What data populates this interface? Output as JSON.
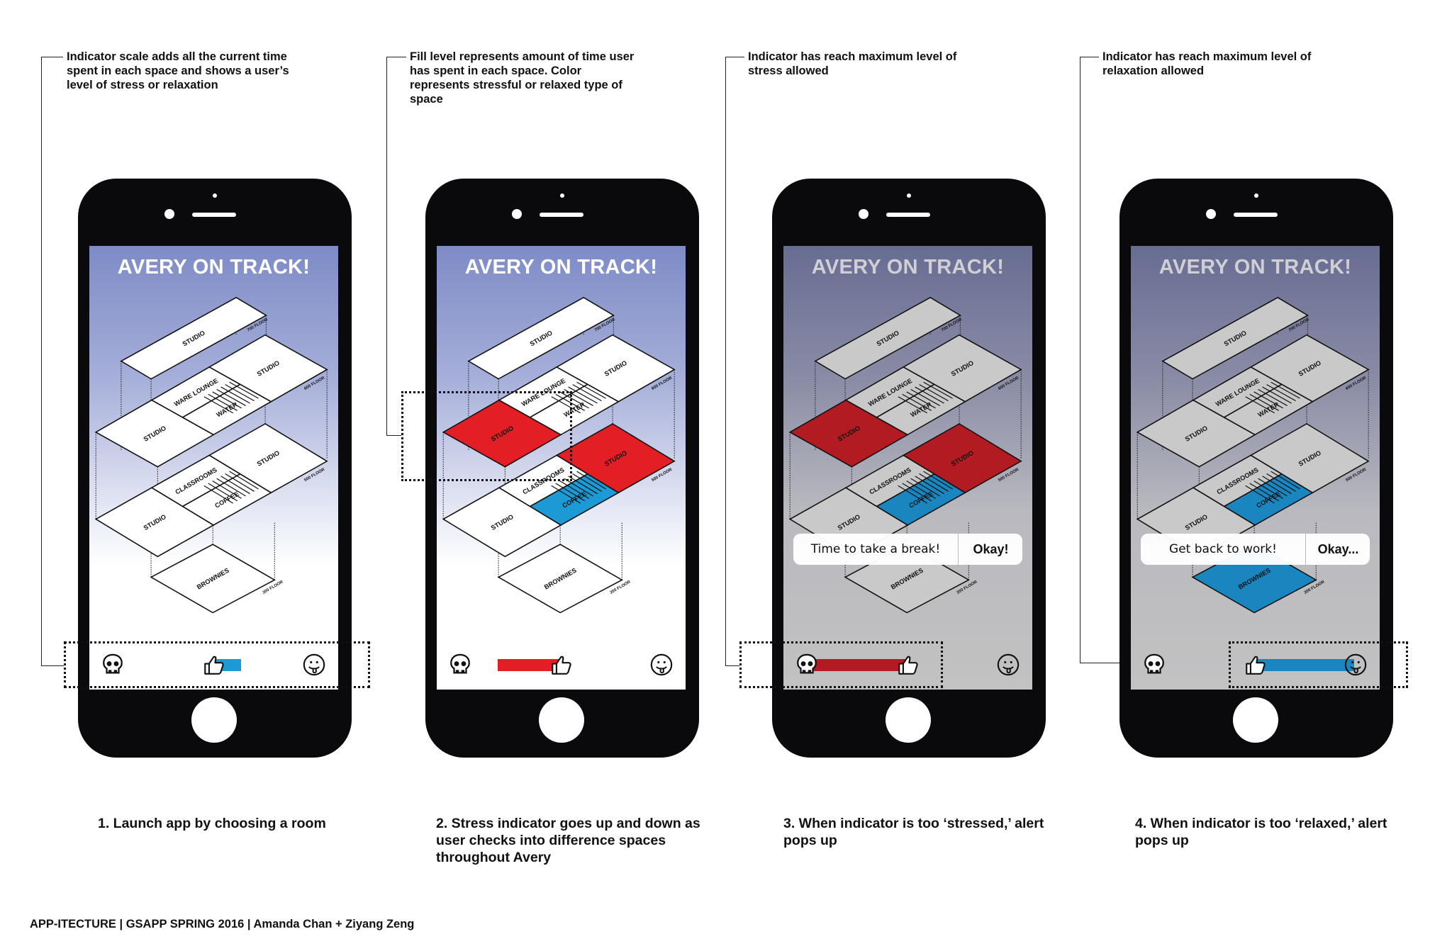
{
  "annotations": [
    "Indicator scale adds all the current time spent in each space and shows a user’s level of stress or relaxation",
    "Fill level represents amount of time user has spent in each space. Color represents stressful or relaxed type of space",
    "Indicator has reach maximum level of stress allowed",
    "Indicator has reach maximum level of relaxation allowed"
  ],
  "captions": [
    "1. Launch app by choosing a room",
    "2. Stress indicator goes up and down as user checks into difference spaces throughout Avery",
    "3. When indicator is too ‘stressed,’ alert pops up",
    "4. When indicator is too ‘relaxed,’ alert pops up"
  ],
  "footer": "APP-ITECTURE | GSAPP SPRING 2016 | Amanda Chan + Ziyang Zeng",
  "app_title": "AVERY ON TRACK!",
  "colors": {
    "stress": "#e31e24",
    "stress_max": "#b31b22",
    "relax": "#1b9ad6",
    "relax_max": "#1a86c0"
  },
  "floors": {
    "f700": {
      "label": "700 FLOOR",
      "rooms": {
        "studio": "STUDIO"
      }
    },
    "f600": {
      "label": "600 FLOOR",
      "rooms": {
        "left": "STUDIO",
        "top": "WARE LOUNGE",
        "bottom": "WATER",
        "right": "STUDIO"
      }
    },
    "f500": {
      "label": "500 FLOOR",
      "rooms": {
        "left": "STUDIO",
        "top": "CLASSROOMS",
        "bottom": "COFFEE",
        "right": "STUDIO"
      }
    },
    "f200": {
      "label": "200 FLOOR",
      "rooms": {
        "main": "BROWNIES"
      }
    }
  },
  "icons": {
    "stress_end": "skull-icon",
    "center": "thumbs-up-icon",
    "relax_end": "smiley-tongue-icon"
  },
  "phones": [
    {
      "theme": "blue",
      "highlights": {},
      "indicator": {
        "direction": "relaxed",
        "level": 0.27,
        "color": "#1b9ad6"
      },
      "alert": null
    },
    {
      "theme": "blue",
      "highlights": {
        "f600.left": "#e31e24",
        "f500.right": "#e31e24",
        "f500.bottom": "#1b9ad6"
      },
      "indicator": {
        "direction": "stressed",
        "level": 0.65,
        "color": "#e31e24"
      },
      "alert": null
    },
    {
      "theme": "gray",
      "highlights": {
        "f600.left": "#b31b22",
        "f500.right": "#b31b22",
        "f500.bottom": "#1a86c0"
      },
      "indicator": {
        "direction": "stressed",
        "level": 1.0,
        "color": "#b31b22"
      },
      "alert": {
        "message": "Time to take a break!",
        "button": "Okay!"
      }
    },
    {
      "theme": "gray",
      "highlights": {
        "f500.bottom": "#1a86c0",
        "f200.main": "#1a86c0"
      },
      "indicator": {
        "direction": "relaxed",
        "level": 1.0,
        "color": "#1a86c0"
      },
      "alert": {
        "message": "Get back to work!",
        "button": "Okay..."
      }
    }
  ]
}
